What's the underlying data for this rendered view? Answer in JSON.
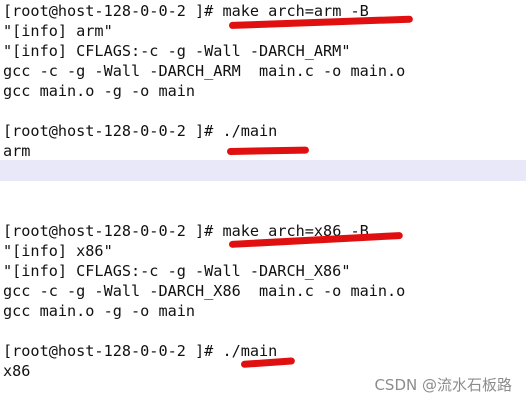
{
  "terminal": {
    "session_1": {
      "prompt": "[root@host-128-0-0-2 ]",
      "command_prefix": "# ",
      "command": "make arch=arm -B",
      "output": [
        "\"[info] arm\"",
        "\"[info] CFLAGS:-c -g -Wall -DARCH_ARM\"",
        "gcc -c -g -Wall -DARCH_ARM  main.c -o main.o",
        "gcc main.o -g -o main"
      ],
      "run_prompt": "[root@host-128-0-0-2 ]",
      "run_command_prefix": "# ",
      "run_command": "./main",
      "run_output": "arm"
    },
    "session_2": {
      "prompt": "[root@host-128-0-0-2 ]",
      "command_prefix": "# ",
      "command": "make arch=x86 -B",
      "output": [
        "\"[info] x86\"",
        "\"[info] CFLAGS:-c -g -Wall -DARCH_X86\"",
        "gcc -c -g -Wall -DARCH_X86  main.c -o main.o",
        "gcc main.o -g -o main"
      ],
      "run_prompt": "[root@host-128-0-0-2 ]",
      "run_command_prefix": "# ",
      "run_command": "./main",
      "run_output": "x86"
    }
  },
  "watermark": "CSDN @流水石板路",
  "colors": {
    "background": "#ffffff",
    "text": "#111111",
    "highlight": "#e01010",
    "separator": "#e8e8f8",
    "watermark": "#8c8c8c"
  }
}
